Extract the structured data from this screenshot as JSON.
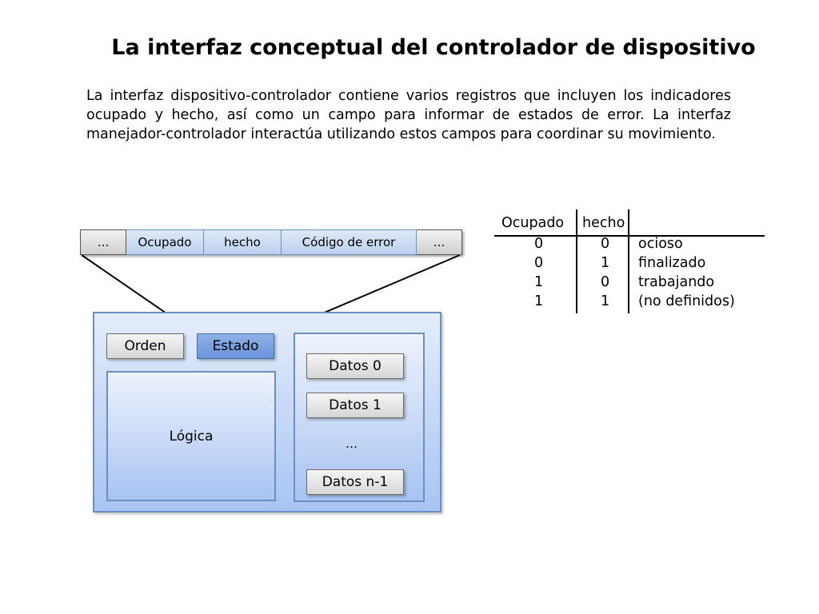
{
  "title": "La interfaz conceptual del controlador de dispositivo",
  "paragraph": "La interfaz dispositivo-controlador contiene varios registros que incluyen los indicadores ocupado y hecho, así como un campo para informar de estados de error. La interfaz manejador-controlador interactúa utilizando estos campos para coordinar su movimiento.",
  "register_strip": {
    "cells": [
      "...",
      "Ocupado",
      "hecho",
      "Código de error",
      "..."
    ]
  },
  "device": {
    "orden": "Orden",
    "estado": "Estado",
    "logica": "Lógica",
    "datos": [
      "Datos 0",
      "Datos 1",
      "Datos n-1"
    ],
    "ellipsis": "…"
  },
  "state_table": {
    "headers": [
      "Ocupado",
      "hecho"
    ],
    "rows": [
      {
        "ocupado": "0",
        "hecho": "0",
        "estado": "ocioso"
      },
      {
        "ocupado": "0",
        "hecho": "1",
        "estado": "finalizado"
      },
      {
        "ocupado": "1",
        "hecho": "0",
        "estado": "trabajando"
      },
      {
        "ocupado": "1",
        "hecho": "1",
        "estado": "(no definidos)"
      }
    ]
  }
}
